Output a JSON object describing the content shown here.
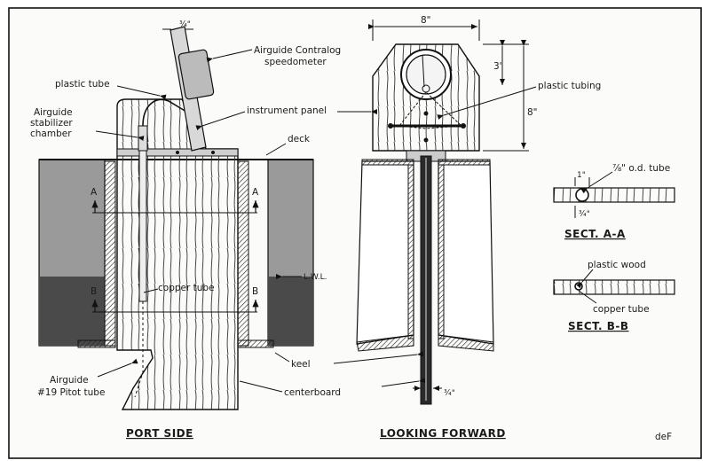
{
  "views": {
    "port_side": "PORT SIDE",
    "looking_forward": "LOOKING FORWARD"
  },
  "labels": {
    "plastic_tube": "plastic tube",
    "speedometer_1": "Airguide Contralog",
    "speedometer_2": "speedometer",
    "stabilizer_1": "Airguide",
    "stabilizer_2": "stabilizer",
    "stabilizer_3": "chamber",
    "instrument_panel": "instrument panel",
    "deck": "deck",
    "copper_tube": "copper tube",
    "lwl": "L.W.L.",
    "pitot_1": "Airguide",
    "pitot_2": "#19 Pitot tube",
    "keel": "keel",
    "centerboard": "centerboard",
    "plastic_tubing": "plastic tubing",
    "section_a_mark": "A",
    "section_b_mark": "B",
    "od_tube": "⅞\" o.d. tube",
    "plastic_wood": "plastic wood",
    "copper_tube_section": "copper tube",
    "sect_aa": "SECT. A-A",
    "sect_bb": "SECT. B-B",
    "signature": "deF"
  },
  "dimensions": {
    "width_8": "8\"",
    "height_8": "8\"",
    "dim_3": "3\"",
    "dim_1": "1\"",
    "dim_3_4_top": "¾\"",
    "dim_3_4_sect": "¾\"",
    "dim_3_4_board": "¾\""
  }
}
